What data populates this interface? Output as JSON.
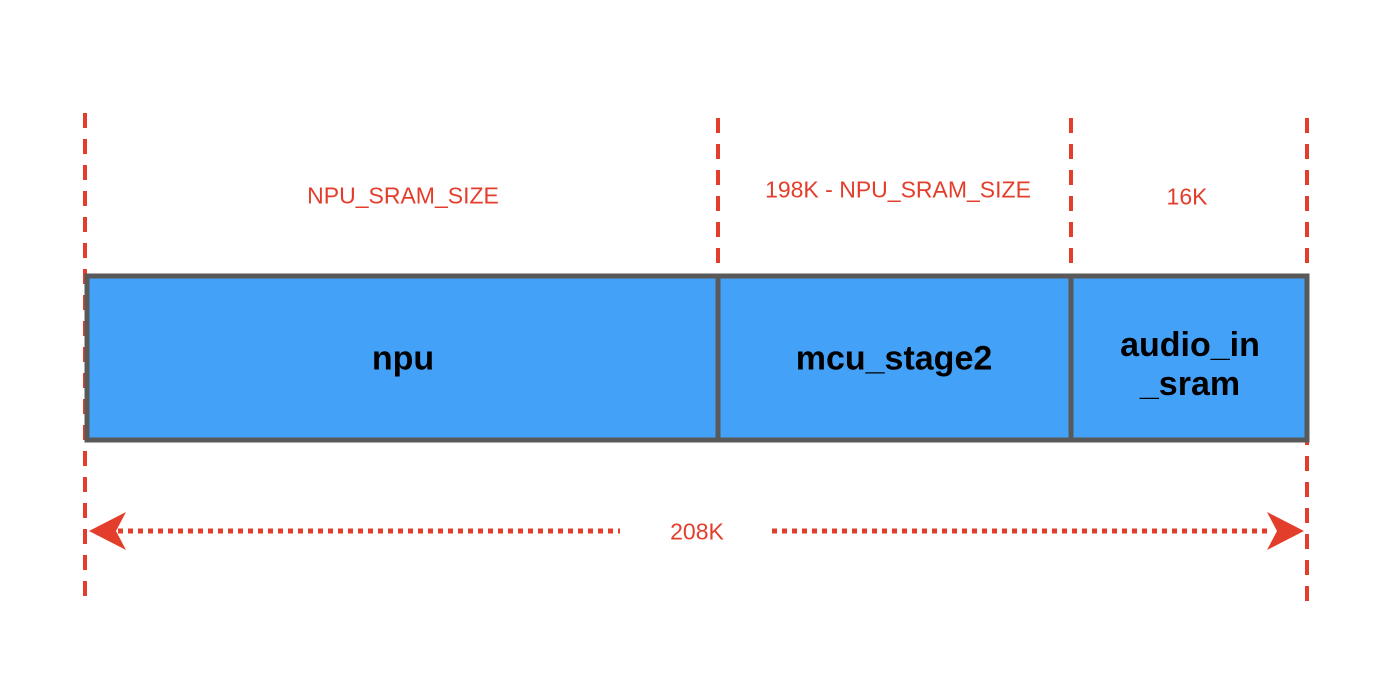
{
  "colors": {
    "accent": "#e33e2b",
    "segment_fill": "#44a1f8",
    "segment_border": "#595959",
    "text": "#000000"
  },
  "segments": [
    {
      "name": "npu",
      "size_label": "NPU_SRAM_SIZE"
    },
    {
      "name": "mcu_stage2",
      "size_label": "198K - NPU_SRAM_SIZE"
    },
    {
      "name": "audio_in\n_sram",
      "size_label": "16K"
    }
  ],
  "total": {
    "label": "208K"
  }
}
